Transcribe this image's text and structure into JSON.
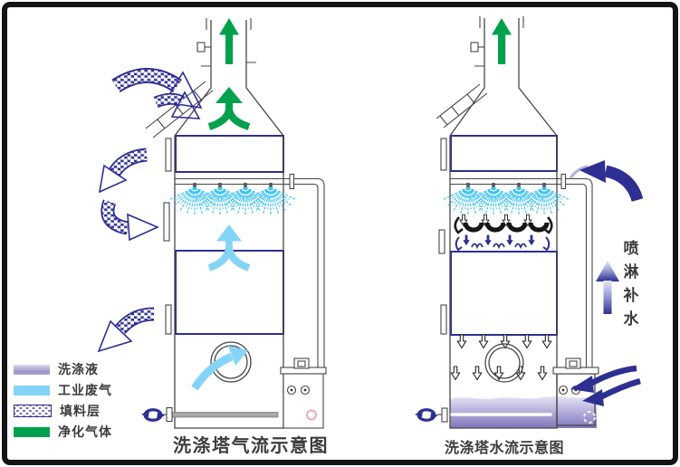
{
  "colors": {
    "navy": "#2d2f92",
    "green": "#00a14c",
    "spray": "#3fc3f3",
    "blueSoft": "#84d4f7",
    "lavender": "#8d86c3",
    "lavenderDeep": "#7d76ba",
    "ink": "#3c3c3c",
    "pink": "#ef93ac"
  },
  "legend": {
    "items": [
      {
        "label": "洗涤液",
        "type": "wash-liquid"
      },
      {
        "label": "工业废气",
        "type": "industrial-waste-gas"
      },
      {
        "label": "填料层",
        "type": "packing-layer"
      },
      {
        "label": "净化气体",
        "type": "purified-gas"
      }
    ]
  },
  "captions": {
    "left": "洗涤塔气流示意图",
    "right": "洗涤塔水流示意图"
  },
  "side_label": {
    "text": "喷淋补水"
  }
}
